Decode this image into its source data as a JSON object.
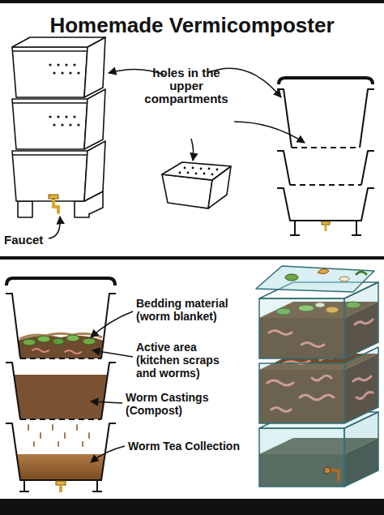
{
  "diagram": {
    "title": "Homemade Vermicomposter",
    "labels": [
      "holes in the upper compartments",
      "Faucet",
      "Bedding material (worm blanket)",
      "Active area (kitchen scraps and worms)",
      "Worm Castings (Compost)",
      "Worm Tea Collection"
    ]
  }
}
